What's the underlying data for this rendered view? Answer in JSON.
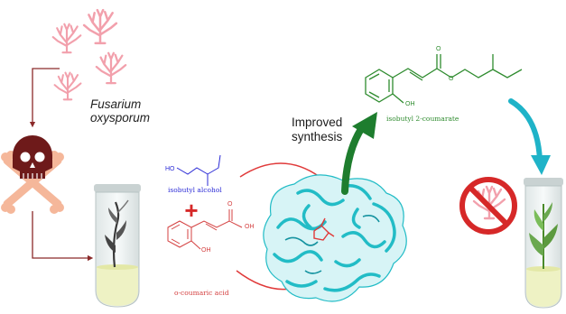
{
  "labels": {
    "fungus_name_line1": "Fusarium",
    "fungus_name_line2": "oxysporum",
    "improved_line1": "Improved",
    "improved_line2": "synthesis",
    "isobutyl_alcohol": "isobutyl alcohol",
    "o_coumaric_acid": "o-coumaric acid",
    "isobutyl_2_coumarate": "isobutyl 2-coumarate",
    "plus_sign": "+"
  },
  "atoms": {
    "ho": "HO",
    "oh": "OH",
    "o": "O"
  },
  "colors": {
    "fungus": "#f2a0ac",
    "skull": "#6e1a1a",
    "bones": "#f5b79a",
    "arrow_dark_red": "#8b2a2a",
    "arrow_red": "#e03a3a",
    "arrow_green": "#1e7d2e",
    "arrow_cyan": "#1fb3c8",
    "blue_molecule": "#2b2bd6",
    "red_molecule": "#d44040",
    "green_molecule": "#2e8b2e",
    "enzyme": "#22bcc6",
    "prohibit": "#d62828"
  },
  "icons": [
    "fusarium-fungus-icon",
    "skull-crossbones-icon",
    "diseased-plant-tube-icon",
    "enzyme-protein-icon",
    "no-fungus-icon",
    "healthy-plant-tube-icon"
  ]
}
